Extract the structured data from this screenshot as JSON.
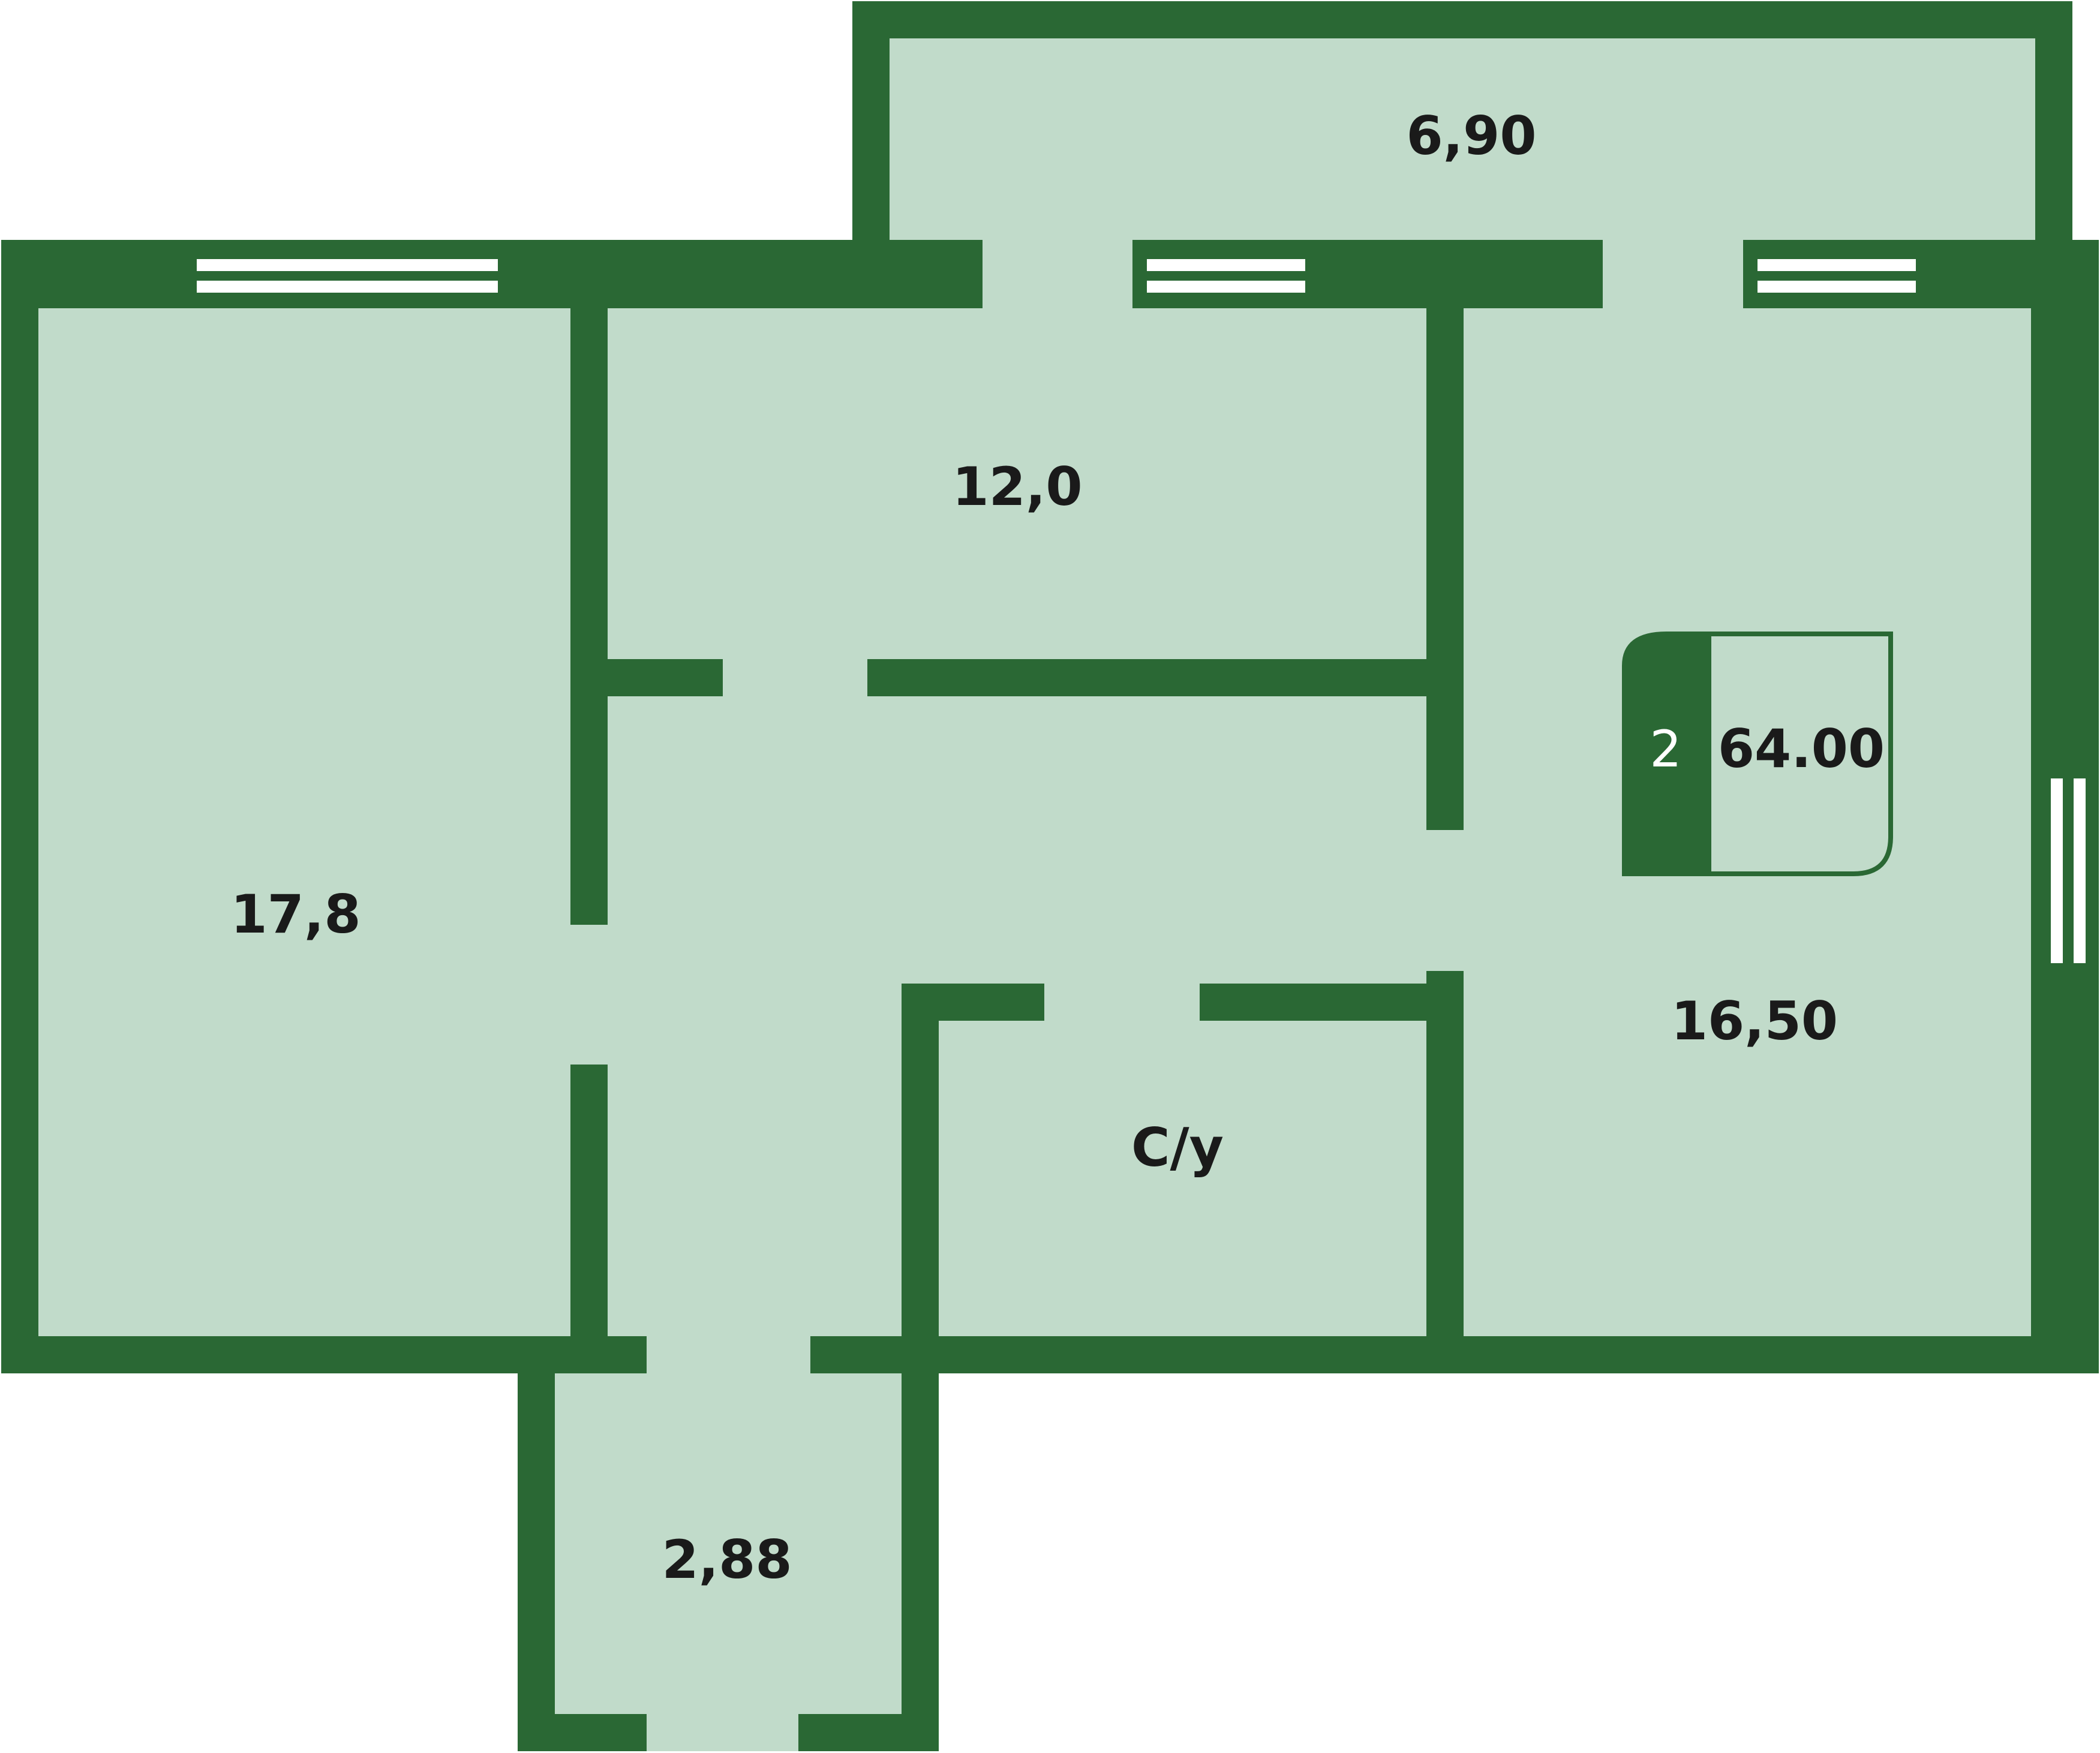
{
  "colors": {
    "wall": "#2a6834",
    "floor": "#c1dbca",
    "window": "#ffffff",
    "text": "#1a1a1a"
  },
  "rooms": {
    "balcony": {
      "label": "6,90"
    },
    "bedroom_top": {
      "label": "12,0"
    },
    "bedroom_left": {
      "label": "17,8"
    },
    "living_room": {
      "label": "16,50"
    },
    "bathroom": {
      "label": "С/у"
    },
    "vestibule": {
      "label": "2,88"
    }
  },
  "apartment_badge": {
    "room_count": "2",
    "total_area": "64.00"
  }
}
